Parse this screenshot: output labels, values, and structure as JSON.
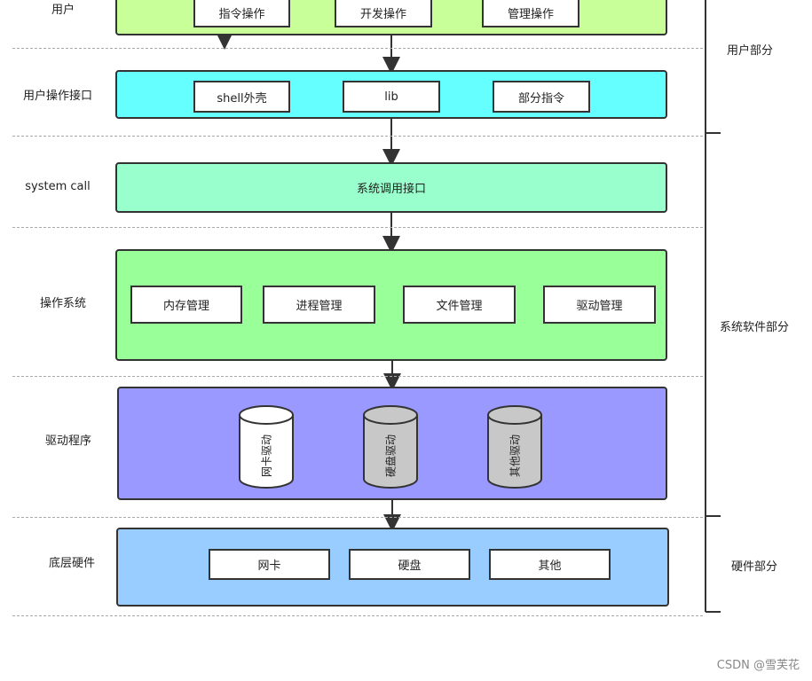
{
  "rows": {
    "user": {
      "label": "用户",
      "items": [
        "指令操作",
        "开发操作",
        "管理操作"
      ]
    },
    "user_api": {
      "label": "用户操作接口",
      "items": [
        "shell外壳",
        "lib",
        "部分指令"
      ]
    },
    "syscall": {
      "label": "system call",
      "center": "系统调用接口"
    },
    "os": {
      "label": "操作系统",
      "items": [
        "内存管理",
        "进程管理",
        "文件管理",
        "驱动管理"
      ]
    },
    "drivers": {
      "label": "驱动程序",
      "items": [
        "网卡驱动",
        "硬盘驱动",
        "其他驱动"
      ]
    },
    "hardware": {
      "label": "底层硬件",
      "items": [
        "网卡",
        "硬盘",
        "其他"
      ]
    }
  },
  "groups": {
    "user_part": "用户部分",
    "system_software_part": "系统软件部分",
    "hardware_part": "硬件部分"
  },
  "colors": {
    "user_layer": "#c8ff99",
    "user_api_layer": "#66ffff",
    "syscall_layer": "#99ffcc",
    "os_layer": "#99ff99",
    "drivers_layer": "#9999ff",
    "hardware_layer": "#99ccff",
    "driver_white": "#ffffff",
    "driver_gray": "#c8c8c8"
  },
  "watermark": "CSDN @雪芙花"
}
